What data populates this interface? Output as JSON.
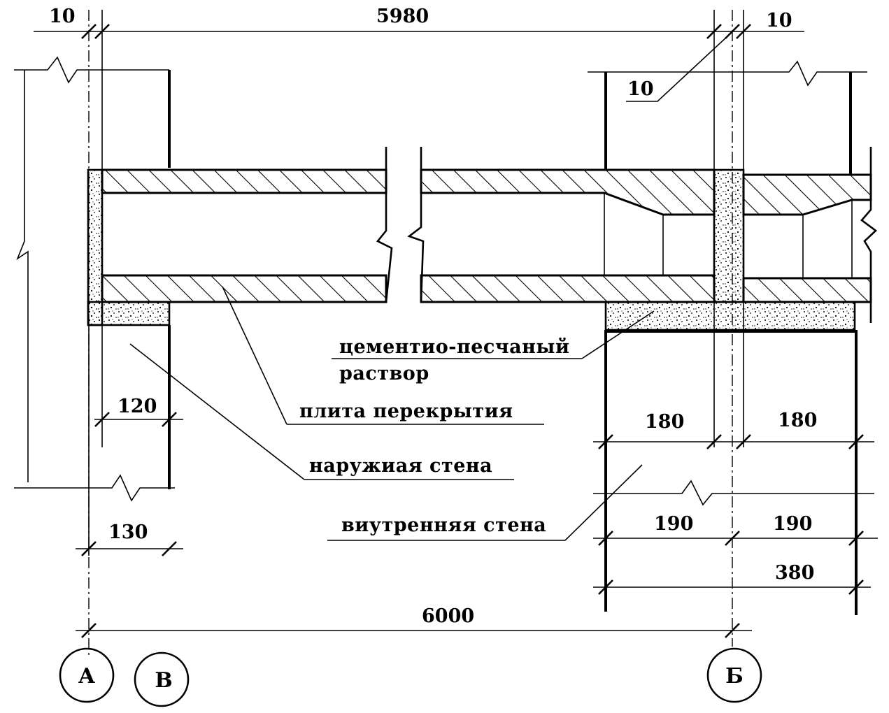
{
  "dimensions": {
    "top_left_gap": "10",
    "overall_top": "5980",
    "top_right_gap": "10",
    "right_joint": "10",
    "outer_bearing": "120",
    "outer_wall_offset": "130",
    "inner_bearing_left": "180",
    "inner_bearing_right": "180",
    "inner_half_left": "190",
    "inner_half_right": "190",
    "inner_wall_thickness": "380",
    "axis_span": "6000"
  },
  "labels": {
    "mortar": [
      "цементио-песчаный",
      "раствор"
    ],
    "slab": "плита перекрытия",
    "outer_wall": "наружиая стена",
    "inner_wall": "виутренняя стена"
  },
  "axes": {
    "a": "А",
    "b": "В",
    "c": "Б"
  },
  "colors": {
    "ink": "#000000",
    "paper": "#ffffff"
  }
}
